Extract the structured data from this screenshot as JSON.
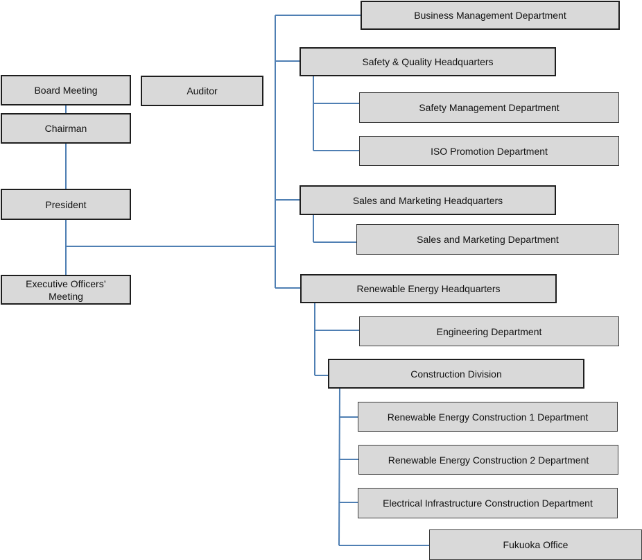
{
  "colors": {
    "line": "#4f7fb3",
    "box_fill": "#d9d9d9",
    "box_border": "#1e1e1e"
  },
  "boxes": {
    "board_meeting": "Board Meeting",
    "auditor": "Auditor",
    "chairman": "Chairman",
    "president": "President",
    "executive_officers_meeting": "Executive Officers’ Meeting",
    "business_management_department": "Business Management Department",
    "safety_quality_headquarters": "Safety & Quality Headquarters",
    "safety_management_department": "Safety Management Department",
    "iso_promotion_department": "ISO Promotion Department",
    "sales_marketing_headquarters": "Sales and Marketing Headquarters",
    "sales_marketing_department": "Sales and Marketing Department",
    "renewable_energy_headquarters": "Renewable Energy Headquarters",
    "engineering_department": "Engineering Department",
    "construction_division": "Construction Division",
    "renewable_energy_construction_1_department": "Renewable Energy Construction 1 Department",
    "renewable_energy_construction_2_department": "Renewable Energy Construction 2 Department",
    "electrical_infrastructure_construction_department": "Electrical Infrastructure Construction Department",
    "fukuoka_office": "Fukuoka Office"
  }
}
